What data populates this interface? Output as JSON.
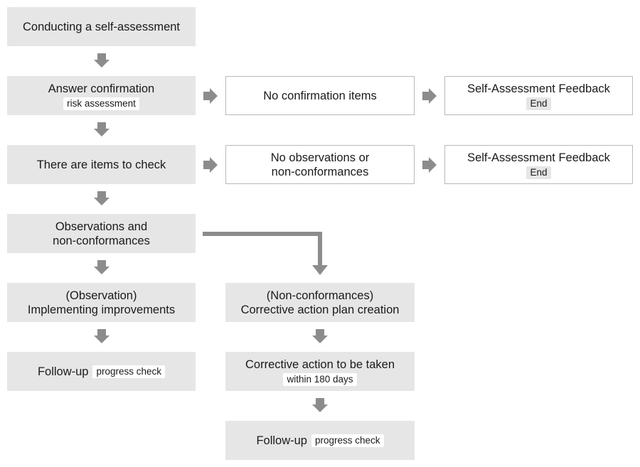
{
  "colors": {
    "box_fill": "#e6e6e6",
    "box_outline": "#b9b9b9",
    "arrow": "#8c8c8c",
    "text": "#1a1a1a"
  },
  "steps": {
    "self_assessment": "Conducting a self-assessment",
    "answer_confirmation": {
      "title": "Answer confirmation",
      "tag": "risk assessment"
    },
    "no_confirmation": "No confirmation items",
    "feedback_1": {
      "title": "Self-Assessment Feedback",
      "tag": "End"
    },
    "items_to_check": "There are items to check",
    "no_observations": {
      "line1": "No observations or",
      "line2": "non-conformances"
    },
    "feedback_2": {
      "title": "Self-Assessment Feedback",
      "tag": "End"
    },
    "observations": {
      "line1": "Observations and",
      "line2": "non-conformances"
    },
    "observation_branch": {
      "line1": "(Observation)",
      "line2": "Implementing improvements"
    },
    "nonconformance_branch": {
      "line1": "(Non-conformances)",
      "line2": "Corrective action plan creation"
    },
    "follow_up_left": {
      "title": "Follow-up",
      "tag": "progress check"
    },
    "corrective_action": {
      "title": "Corrective action to be taken",
      "tag": "within 180 days"
    },
    "follow_up_right": {
      "title": "Follow-up",
      "tag": "progress check"
    }
  }
}
